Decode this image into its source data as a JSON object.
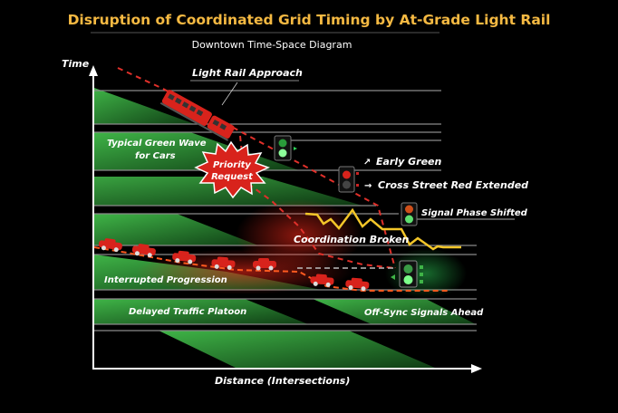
{
  "title": "Disruption of Coordinated Grid Timing by At-Grade Light Rail",
  "subtitle": "Downtown Time-Space Diagram",
  "axes": {
    "y_label": "Time",
    "x_label": "Distance (Intersections)"
  },
  "annotations": {
    "light_rail": "Light Rail Approach",
    "green_wave_line1": "Typical Green Wave",
    "green_wave_line2": "for Cars",
    "priority_line1": "Priority",
    "priority_line2": "Request",
    "early_green": "Early Green",
    "cross_street": "Cross Street Red Extended",
    "phase_shifted": "Signal Phase Shifted",
    "coordination_broken": "Coordination Broken",
    "interrupted": "Interrupted Progression",
    "delayed_platoon": "Delayed Traffic Platoon",
    "off_sync": "Off-Sync Signals Ahead"
  },
  "colors": {
    "title": "#f5b942",
    "green_band": "#2f9a38",
    "rail_path": "#e0302a",
    "car_path": "#ff5a1f",
    "coordination_line": "#f3c629",
    "vehicle": "#d8231c"
  }
}
